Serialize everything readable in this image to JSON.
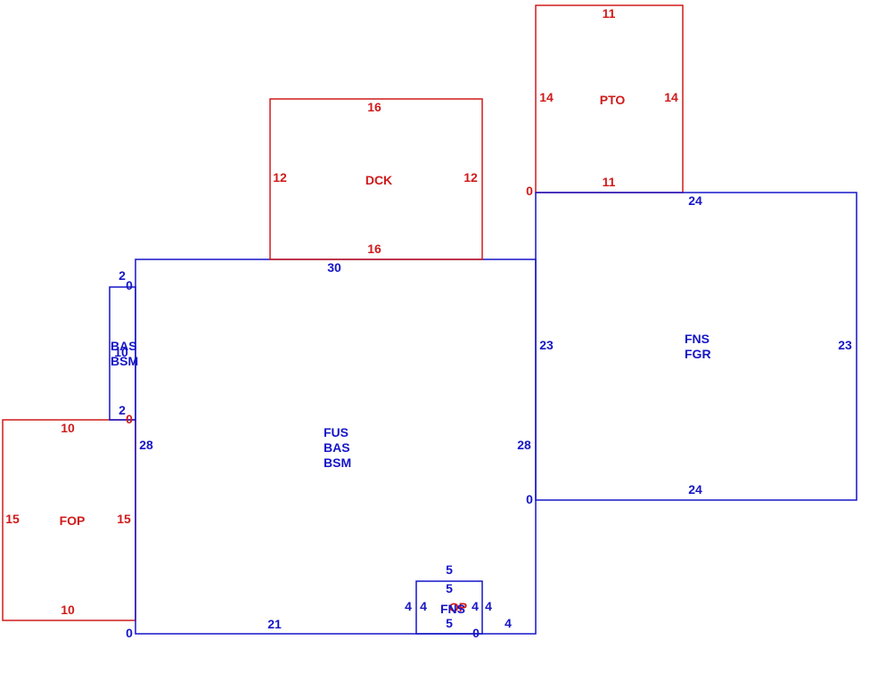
{
  "colors": {
    "structure": "#1515c8",
    "addition": "#d01a1a",
    "background": "#ffffff"
  },
  "areas": {
    "fop": {
      "label": "FOP",
      "dims": {
        "top": "10",
        "bottom": "10",
        "left": "15",
        "right": "15"
      }
    },
    "bas_small": {
      "labels": [
        "BAS",
        "BSM"
      ],
      "overlap_text": "10",
      "dims": {
        "top": "2",
        "bottom": "2",
        "top_corner": "0",
        "bottom_corner": "0"
      }
    },
    "main": {
      "labels": [
        "FUS",
        "BAS",
        "BSM"
      ],
      "dims": {
        "top": "30",
        "bottom": "21",
        "left": "28",
        "right": "28",
        "corner_bottom_left": "0",
        "corner_right": "0"
      }
    },
    "dck": {
      "label": "DCK",
      "dims": {
        "top": "16",
        "bottom": "16",
        "left": "12",
        "right": "12"
      }
    },
    "pto": {
      "label": "PTO",
      "dims": {
        "top": "11",
        "bottom": "11",
        "left": "14",
        "right": "14",
        "corner": "0"
      }
    },
    "fns_fgr": {
      "labels": [
        "FNS",
        "FGR"
      ],
      "dims": {
        "top": "24",
        "bottom": "24",
        "left": "23",
        "right": "23"
      }
    },
    "fns_small": {
      "label_blue": "FNS",
      "label_red": "OP",
      "dims": {
        "top_outer": "5",
        "top_inner": "5",
        "bottom": "5",
        "left_outer": "4",
        "left_inner": "4",
        "right_inner": "4",
        "right_outer": "4",
        "corner": "0",
        "edge_right": "4"
      }
    }
  }
}
